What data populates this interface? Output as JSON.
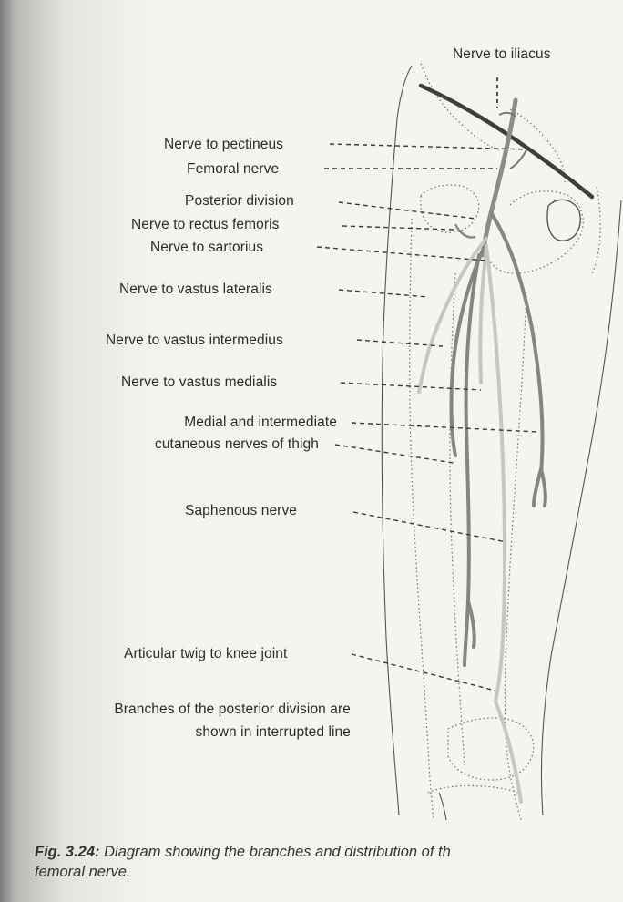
{
  "labels": {
    "iliacus": "Nerve to iliacus",
    "pectineus": "Nerve to pectineus",
    "femoral": "Femoral nerve",
    "posterior_division": "Posterior division",
    "rectus_femoris": "Nerve to rectus femoris",
    "sartorius": "Nerve to sartorius",
    "vastus_lateralis": "Nerve to vastus lateralis",
    "vastus_intermedius": "Nerve to vastus intermedius",
    "vastus_medialis": "Nerve to vastus medialis",
    "cutaneous_line1": "Medial and intermediate",
    "cutaneous_line2": "cutaneous nerves of thigh",
    "saphenous": "Saphenous nerve",
    "articular": "Articular twig to knee joint",
    "note_line1": "Branches of the posterior division are",
    "note_line2": "shown in interrupted line"
  },
  "caption": {
    "label": "Fig. 3.24:",
    "text": " Diagram showing the branches and distribution of th",
    "text_line2": "femoral nerve."
  },
  "colors": {
    "nerve": "#8c8c8c",
    "ligament": "#3e3e3e",
    "outline": "#555555",
    "posterior_branch": "#c6c6c4"
  }
}
